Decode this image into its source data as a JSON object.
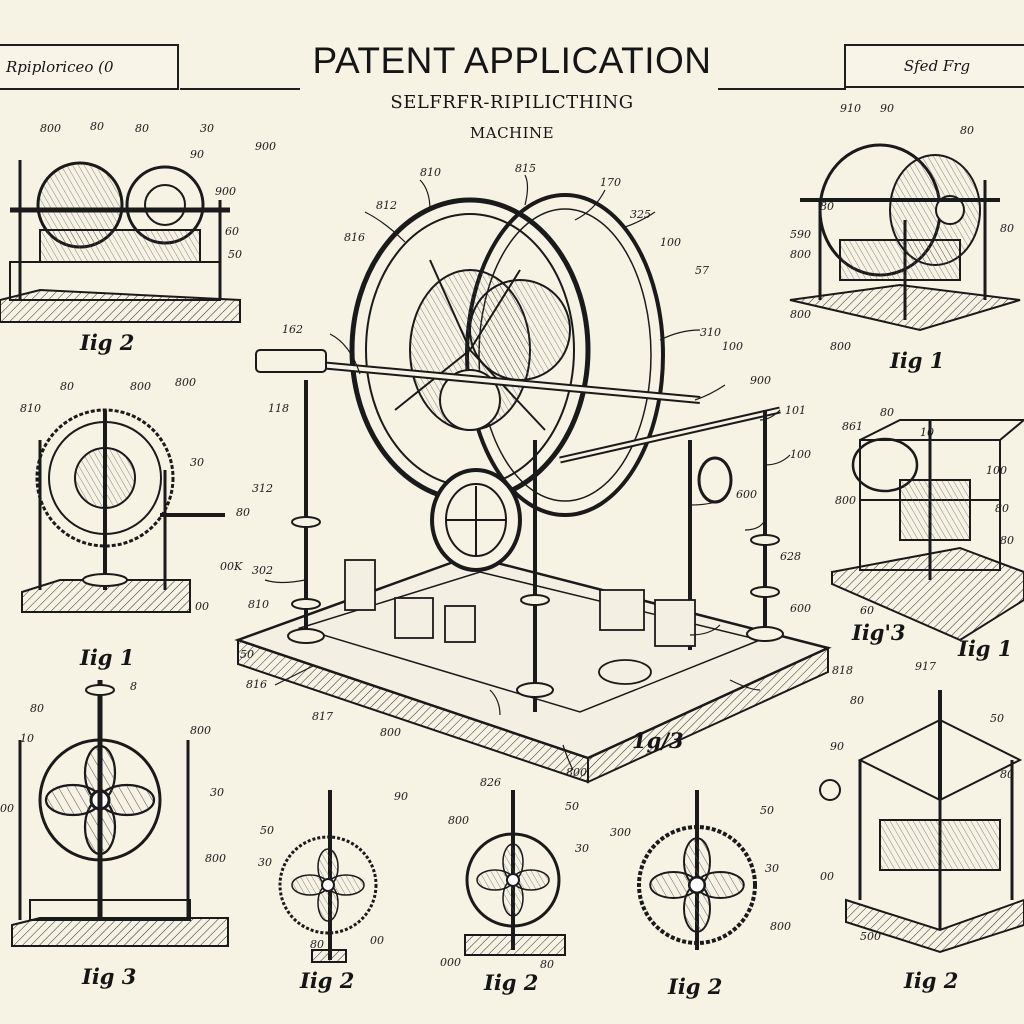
{
  "header": {
    "title": "PATENT APPLICATION",
    "subtitle_line1": "SELFRFR-RIPILICTHING",
    "subtitle_line2": "MACHINE",
    "left_box_text": "Rpiploriceo (0",
    "right_box_text": "Sfed Frg"
  },
  "figure_labels": {
    "top_left": "Iig 2",
    "top_right": "Iig 1",
    "mid_left": "Iig 1",
    "mid_right_a": "Iig'3",
    "mid_right_b": "Iig 1",
    "center": "1g/3",
    "bottom_1": "Iig 3",
    "bottom_2": "Iig 2",
    "bottom_3": "Iig 2",
    "bottom_4": "Iig 2",
    "bottom_5": "Iig 2"
  },
  "illustrations": [
    "main-machine",
    "top-left-machine",
    "top-right-machine",
    "mid-left-machine",
    "mid-right-machine",
    "bottom-left-machine",
    "bottom-fan-1",
    "bottom-fan-2",
    "bottom-fan-3",
    "bottom-right-machine"
  ]
}
